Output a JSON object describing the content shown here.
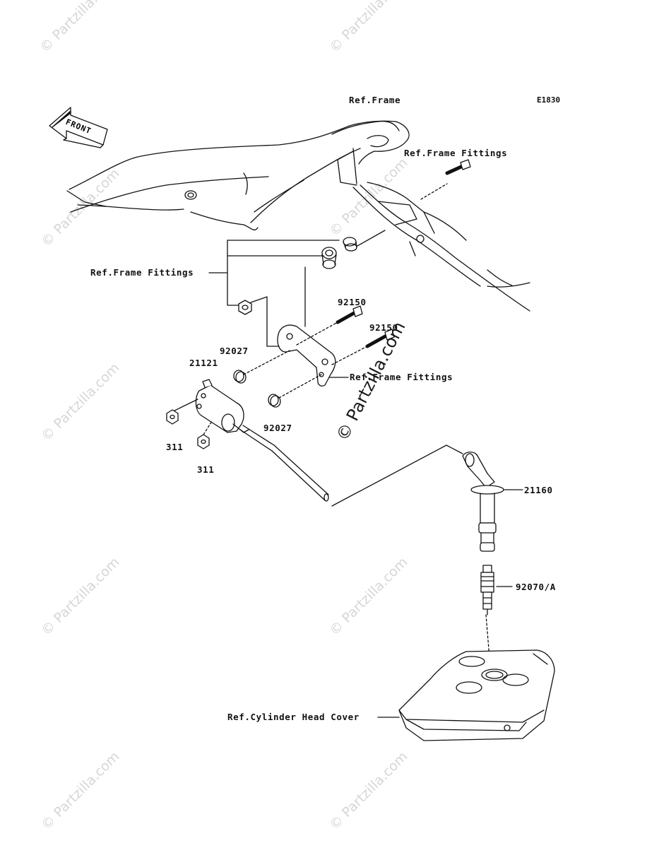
{
  "diagram_code": "E1830",
  "watermark": "© Partzilla.com",
  "labels": {
    "ref_frame": "Ref.Frame",
    "ref_frame_fittings_top": "Ref.Frame Fittings",
    "ref_frame_fittings_left": "Ref.Frame Fittings",
    "ref_frame_fittings_right": "Ref.Frame Fittings",
    "ref_cylinder_head_cover": "Ref.Cylinder Head Cover",
    "front_arrow": "FRONT"
  },
  "parts": {
    "p92150_a": "92150",
    "p92150_b": "92150",
    "p92027_a": "92027",
    "p92027_b": "92027",
    "p21121": "21121",
    "p311_a": "311",
    "p311_b": "311",
    "p21160": "21160",
    "p92070": "92070/A"
  }
}
